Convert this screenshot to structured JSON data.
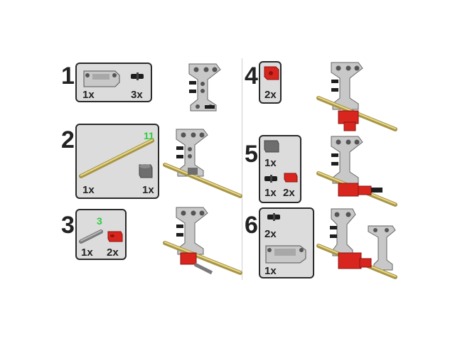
{
  "steps": [
    {
      "number": "1",
      "parts": [
        {
          "qty": "1x"
        },
        {
          "qty": "3x"
        }
      ]
    },
    {
      "number": "2",
      "length": "11",
      "parts": [
        {
          "qty": "1x"
        },
        {
          "qty": "1x"
        }
      ]
    },
    {
      "number": "3",
      "length": "3",
      "parts": [
        {
          "qty": "1x"
        },
        {
          "qty": "2x"
        }
      ]
    },
    {
      "number": "4",
      "parts": [
        {
          "qty": "2x"
        }
      ]
    },
    {
      "number": "5",
      "parts": [
        {
          "qty": "1x"
        },
        {
          "qty": "1x"
        },
        {
          "qty": "2x"
        }
      ]
    },
    {
      "number": "6",
      "parts": [
        {
          "qty": "2x"
        },
        {
          "qty": "1x"
        }
      ]
    }
  ],
  "colors": {
    "beam_gray": "#c8c8c8",
    "dark_gray": "#6e6e6e",
    "axle_tan": "#d8c77a",
    "connector_red": "#d8261e",
    "pin_black": "#1e1e1e",
    "length_green": "#2ecc40",
    "callout_bg": "#dcdcdc"
  }
}
